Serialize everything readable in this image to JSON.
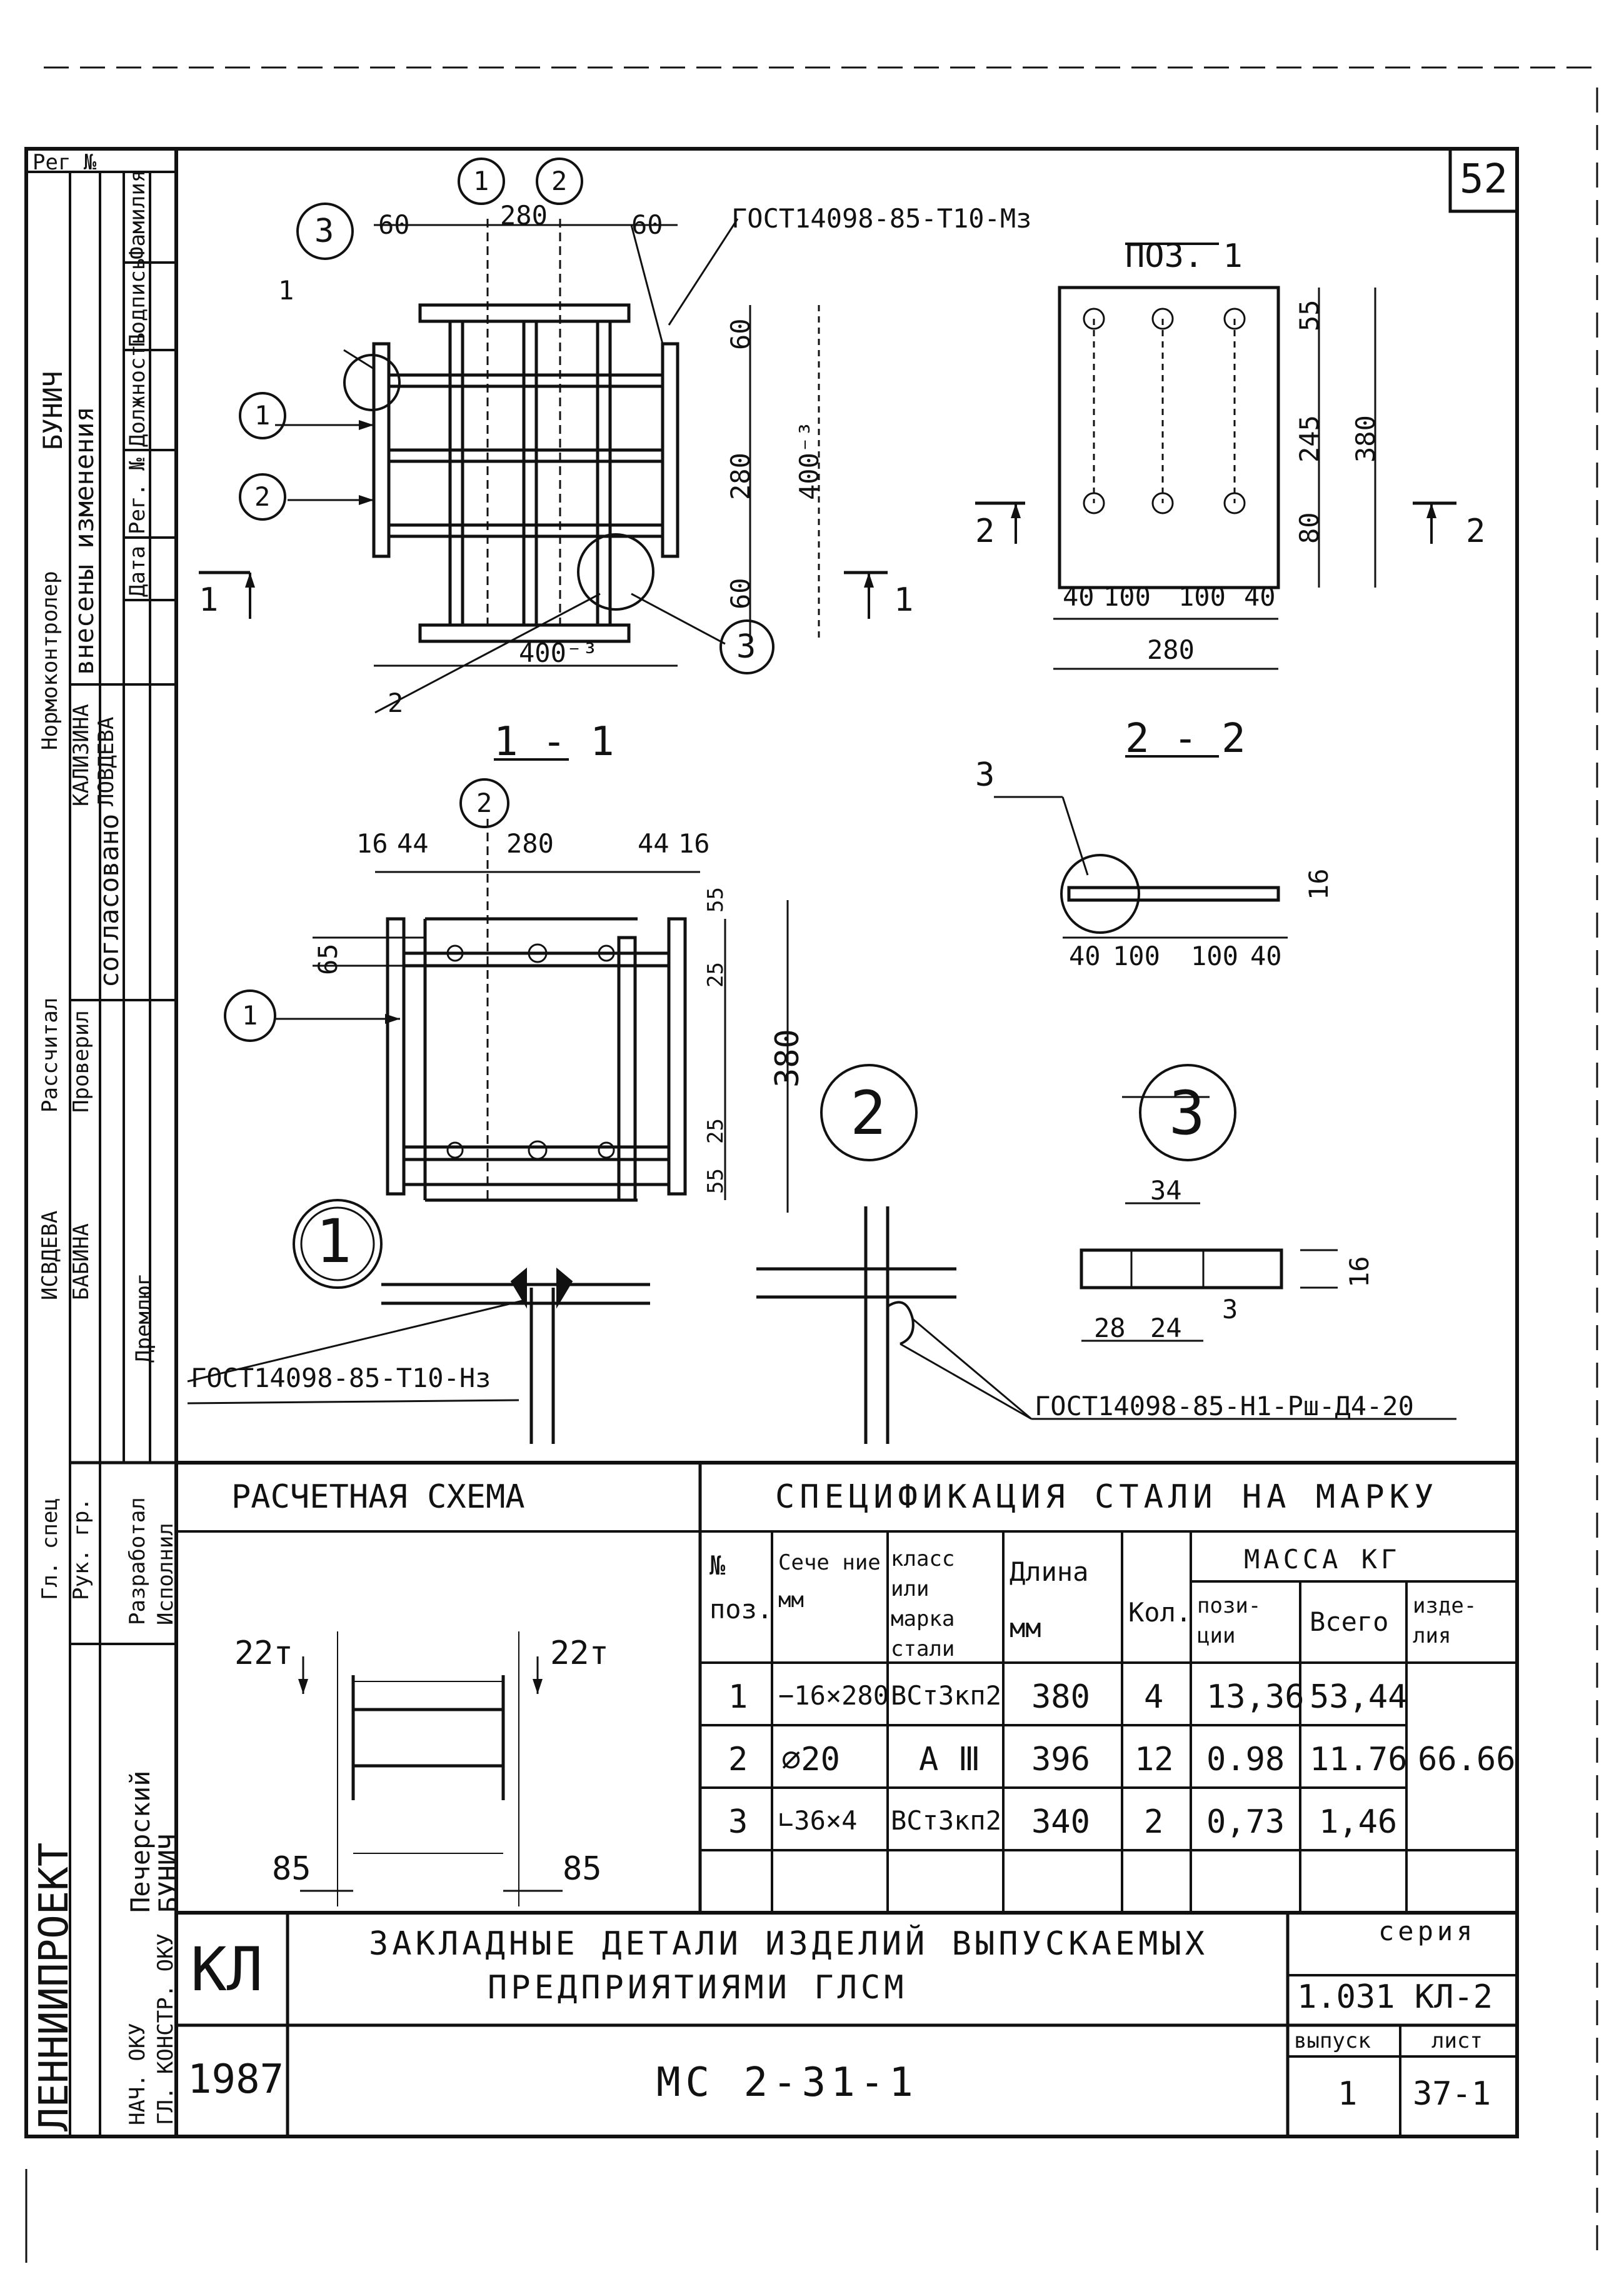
{
  "sheet_number": "52",
  "left_strip": {
    "reg_label": "Рег №",
    "changes_title": "внесены изменения",
    "changes_col_labels": [
      "Фамилия",
      "Подпись",
      "Должность",
      "Рег. №",
      "Дата"
    ],
    "changes_name": "БУНИЧ",
    "agreed_title": "согласовано",
    "agreed_roles": [
      "Нормоконтролер",
      "Рассчитал",
      "Проверил"
    ],
    "agreed_names": [
      "КАЛИЗИНА",
      "ЛОВДЕВА",
      "ИСВДЕВА",
      "БАБИНА"
    ],
    "trest_name": "Дремлюг",
    "staff_roles": [
      "Гл. спец",
      "Рук. гр.",
      "Разработал",
      "Исполнил"
    ],
    "staff_roles_2": [
      "НАЧ. ОКУ",
      "ГЛ. КОНСТР. ОКУ"
    ],
    "staff_names": [
      "Печерский",
      "БУНИЧ"
    ],
    "org_name": "ЛЕННИИПРОЕКТ"
  },
  "drawing": {
    "plan_dims": [
      "60",
      "280",
      "60",
      "400⁻³",
      "60",
      "280",
      "60",
      "400⁻³"
    ],
    "gost_1": "ГОСТ14098-85-Т10-Мз",
    "callouts": [
      "1",
      "2",
      "3"
    ],
    "section_1_label": "1 - 1",
    "section_2_label": "2 - 2",
    "poz1_label": "ПОЗ. 1",
    "poz1_dims_h": [
      "40",
      "100",
      "100",
      "40",
      "280"
    ],
    "poz1_dims_v": [
      "55",
      "245",
      "80",
      "380"
    ],
    "sec11_dims_h": [
      "16",
      "44",
      "280",
      "44",
      "16"
    ],
    "sec11_dims_v": [
      "55",
      "25",
      "380",
      "25",
      "55",
      "65"
    ],
    "sec22_dims": [
      "40",
      "100",
      "100",
      "40",
      "16"
    ],
    "detail3_dims": [
      "34",
      "28",
      "24",
      "16",
      "3"
    ],
    "gost_2": "ГОСТ14098-85-Т10-Нз",
    "gost_3": "ГОСТ14098-85-Н1-Рш-Д4-20",
    "section_marks": [
      "1",
      "1",
      "2",
      "2"
    ]
  },
  "calc_scheme": {
    "title": "РАСЧЕТНАЯ СХЕМА",
    "load_left": "22т",
    "load_right": "22т",
    "dim_left": "85",
    "dim_right": "85"
  },
  "spec": {
    "title": "СПЕЦИФИКАЦИЯ СТАЛИ НА МАРКУ",
    "headers": {
      "poz": "№ поз.",
      "section": "Сече ние мм",
      "steel": "класс или марка стали",
      "length": "Длина мм",
      "qty": "Кол.",
      "mass": "МАССА КГ",
      "mass_pos": "пози- ции",
      "mass_total": "Всего",
      "mass_item": "изде- лия"
    },
    "rows": [
      {
        "poz": "1",
        "section": "−16×280",
        "steel": "ВСт3кп2",
        "length": "380",
        "qty": "4",
        "mass_pos": "13,36",
        "mass_total": "53,44"
      },
      {
        "poz": "2",
        "section": "⌀20",
        "steel": "А Ⅲ",
        "length": "396",
        "qty": "12",
        "mass_pos": "0.98",
        "mass_total": "11.76"
      },
      {
        "poz": "3",
        "section": "∟36×4",
        "steel": "ВСт3кп2",
        "length": "340",
        "qty": "2",
        "mass_pos": "0,73",
        "mass_total": "1,46"
      }
    ],
    "mass_item_value": "66.66"
  },
  "title_block": {
    "code": "КЛ",
    "year": "1987",
    "title_line1": "ЗАКЛАДНЫЕ ДЕТАЛИ ИЗДЕЛИЙ ВЫПУСКАЕМЫХ",
    "title_line2": "ПРЕДПРИЯТИЯМИ ГЛСМ",
    "mark": "МС 2-31-1",
    "series_label": "серия",
    "series_value": "1.031 КЛ-2",
    "issue_label": "выпуск",
    "issue_value": "1",
    "sheet_label": "лист",
    "sheet_value": "37-1"
  }
}
